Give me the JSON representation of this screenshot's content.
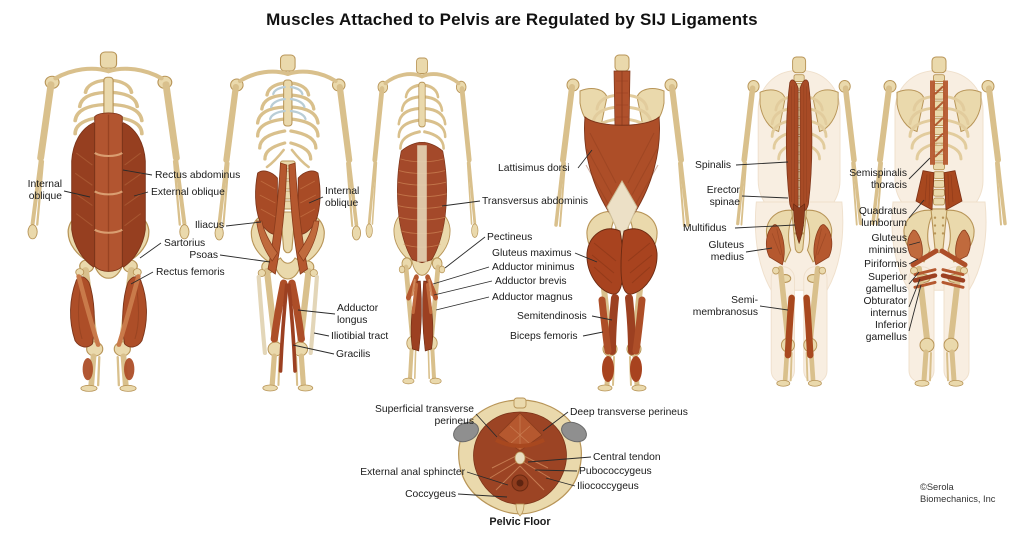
{
  "title": "Muscles Attached to Pelvis are Regulated by SIJ Ligaments",
  "copyright": {
    "line1": "©Serola",
    "line2": "Biomechanics, Inc"
  },
  "labels": {
    "internal_oblique_fig1": "Internal oblique",
    "rectus_abdominus": "Rectus abdominus",
    "external_oblique": "External oblique",
    "iliacus": "Iliacus",
    "sartorius": "Sartorius",
    "psoas": "Psoas",
    "rectus_femoris": "Rectus femoris",
    "internal_oblique_fig2": "Internal oblique",
    "adductor_longus": "Adductor longus",
    "iliotibial_tract": "Iliotibial tract",
    "gracilis": "Gracilis",
    "lattisimus_dorsi": "Lattisimus dorsi",
    "transversus_abdominis": "Transversus abdominis",
    "pectineus": "Pectineus",
    "gluteus_maximus": "Gluteus maximus",
    "adductor_minimus": "Adductor minimus",
    "adductor_brevis": "Adductor brevis",
    "adductor_magnus": "Adductor magnus",
    "semitendinosis": "Semitendinosis",
    "biceps_femoris": "Biceps femoris",
    "spinalis": "Spinalis",
    "erector_spinae": "Erector spinae",
    "multifidus": "Multifidus",
    "gluteus_medius": "Gluteus medius",
    "semi_membranosus": "Semi-membranosus",
    "semispinalis_thoracis": "Semispinalis thoracis",
    "quadratus_lumborum": "Quadratus lumborum",
    "gluteus_minimus": "Gluteus minimus",
    "piriformis": "Piriformis",
    "superior_gamellus": "Superior gamellus",
    "obturator_internus": "Obturator internus",
    "inferior_gamellus": "Inferior gamellus"
  },
  "pelvic_floor": {
    "caption": "Pelvic Floor",
    "labels": {
      "superficial_transverse_perineus": "Superficial transverse perineus",
      "deep_transverse_perineus": "Deep transverse perineus",
      "external_anal_sphincter": "External anal sphincter",
      "central_tendon": "Central tendon",
      "pubococcygeus": "Pubococcygeus",
      "iliococcygeus": "Iliococcygeus",
      "coccygeus": "Coccygeus"
    }
  },
  "colors": {
    "background": "#ffffff",
    "text": "#1a1a1a",
    "bone": "#ead9ac",
    "bone_outline": "#b89558",
    "muscle": "#ad4e28",
    "muscle_dark": "#8f3c1d",
    "muscle_light": "#c97a4a",
    "fascia": "#e9dfc8",
    "cartilage": "#b9cdd6",
    "skin": "#f5e3ce",
    "grey_marker": "#8f8f8f"
  }
}
